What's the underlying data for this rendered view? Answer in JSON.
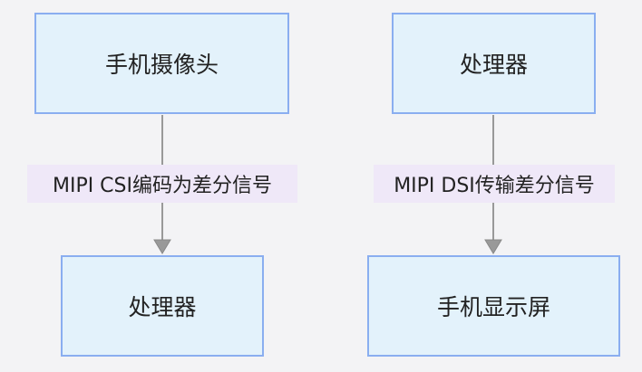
{
  "nodes": {
    "camera": "手机摄像头",
    "processor_top": "处理器",
    "processor_bottom": "处理器",
    "display": "手机显示屏"
  },
  "edges": {
    "csi_label": "MIPI CSI编码为差分信号",
    "dsi_label": "MIPI DSI传输差分信号"
  },
  "colors": {
    "background": "#f3f3f5",
    "node_fill": "#e3f2fb",
    "node_border": "#8aaef0",
    "edge_label_fill": "#efe8f8",
    "edge_line": "#999999"
  }
}
